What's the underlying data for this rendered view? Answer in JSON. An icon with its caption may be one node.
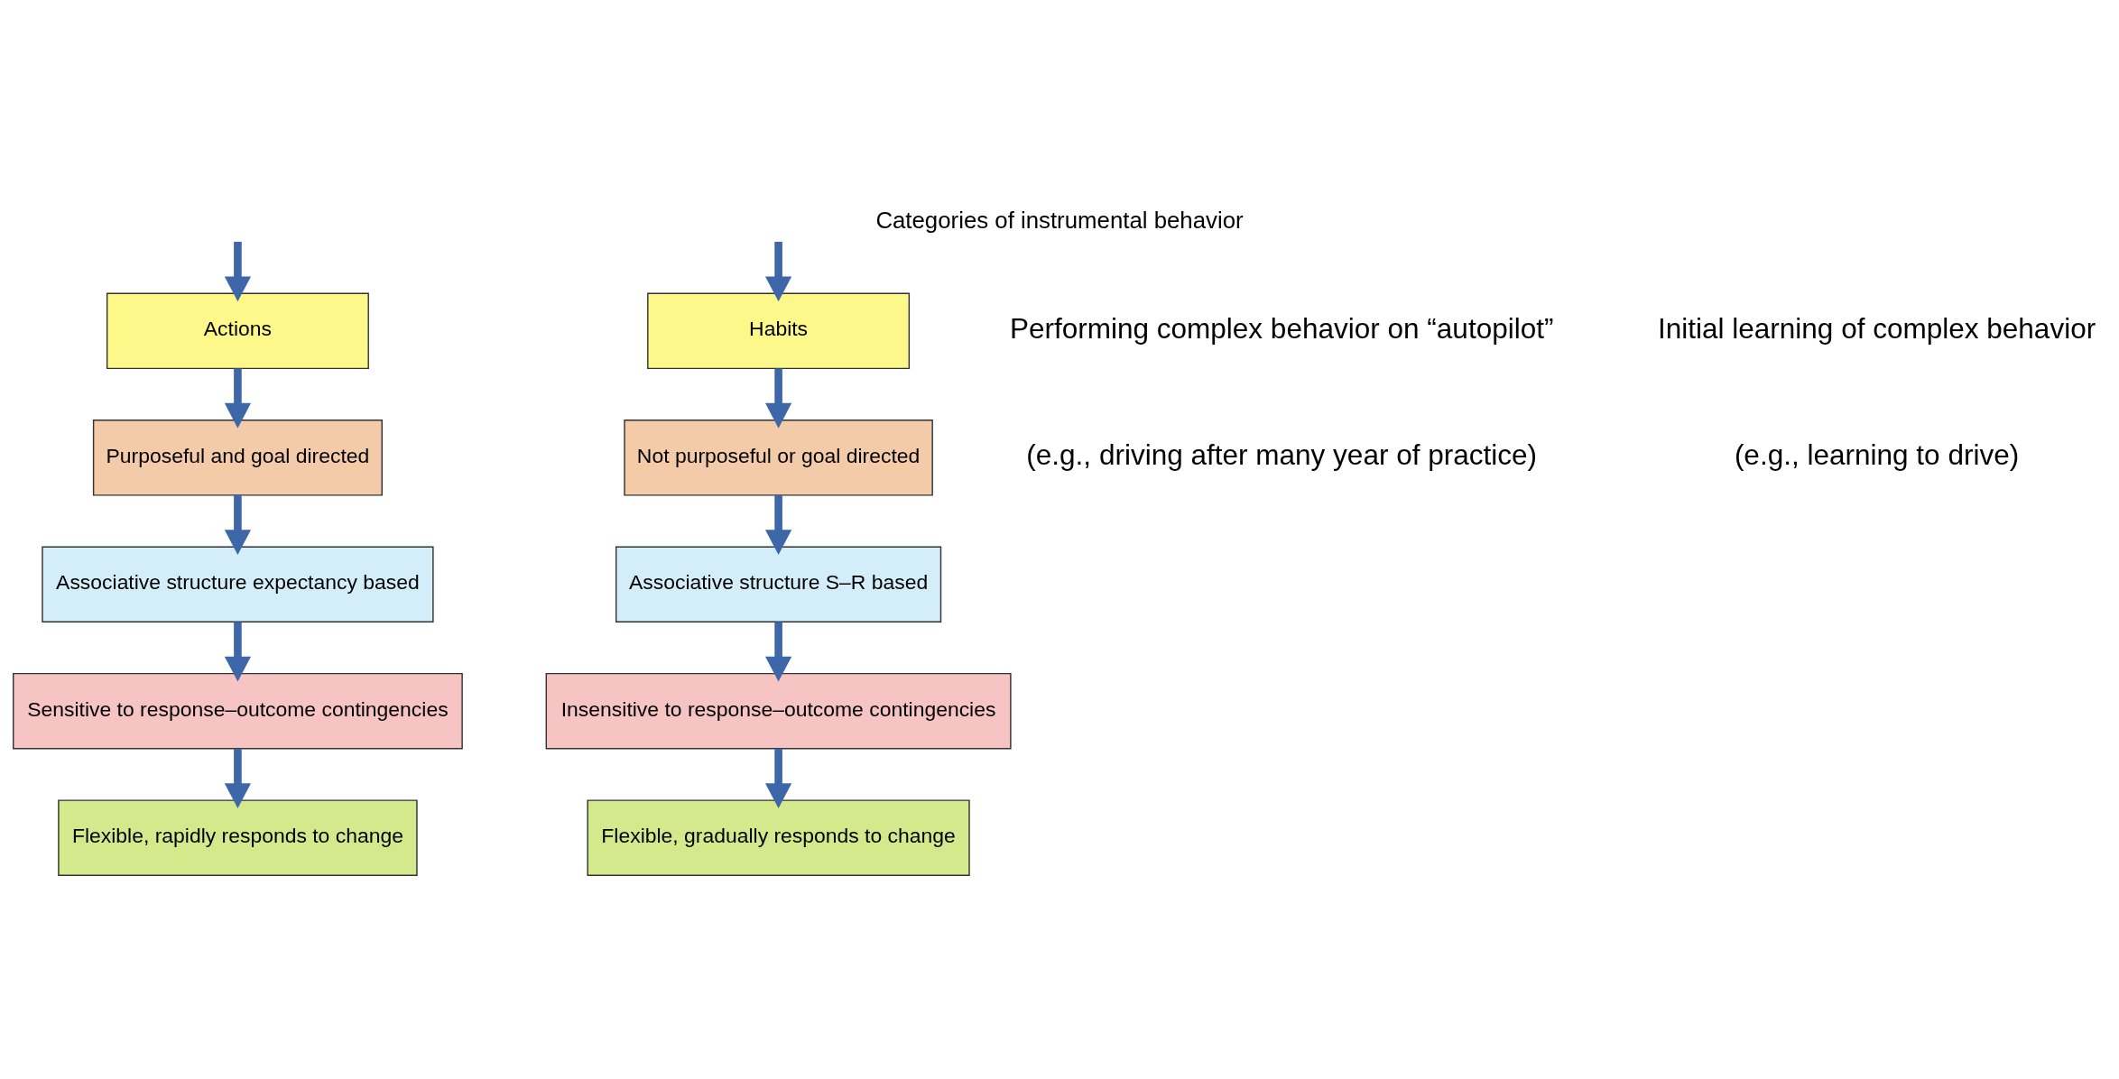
{
  "diagram": {
    "title": "Categories of instrumental behavior",
    "nodes": [
      {
        "text": [
          "Actions"
        ]
      },
      {
        "text": [
          "Purposeful and goal directed"
        ]
      },
      {
        "text": [
          "Associative structure expectancy based"
        ]
      },
      {
        "text": [
          "Sensitive to response–outcome contingencies"
        ]
      },
      {
        "text": [
          "Flexible, rapidly responds to change"
        ]
      },
      {
        "text": [
          "Habits"
        ]
      },
      {
        "text": [
          "Not purposeful or goal directed"
        ]
      },
      {
        "text": [
          "Associative structure S–R based"
        ]
      },
      {
        "text": [
          "Insensitive to response–outcome contingencies"
        ]
      },
      {
        "text": [
          "Flexible, gradually responds to change"
        ]
      }
    ],
    "edges": [
      {
        "from": null,
        "to": 0,
        "arrow": "to"
      },
      {
        "from": null,
        "to": 5,
        "arrow": "to"
      },
      {
        "from": 0,
        "to": 1,
        "arrow": "to"
      },
      {
        "from": 1,
        "to": 2,
        "arrow": "to"
      },
      {
        "from": 2,
        "to": 3,
        "arrow": "to"
      },
      {
        "from": 3,
        "to": 4,
        "arrow": "to"
      },
      {
        "from": 5,
        "to": 6,
        "arrow": "to"
      },
      {
        "from": 6,
        "to": 7,
        "arrow": "to"
      },
      {
        "from": 7,
        "to": 8,
        "arrow": "to"
      },
      {
        "from": 8,
        "to": 9,
        "arrow": "to"
      }
    ],
    "labels": [
      "Initial learning of complex behavior",
      "(e.g., learning to drive)",
      "Performing complex behavior on “autopilot”",
      "(e.g., driving after many year of practice)"
    ]
  }
}
